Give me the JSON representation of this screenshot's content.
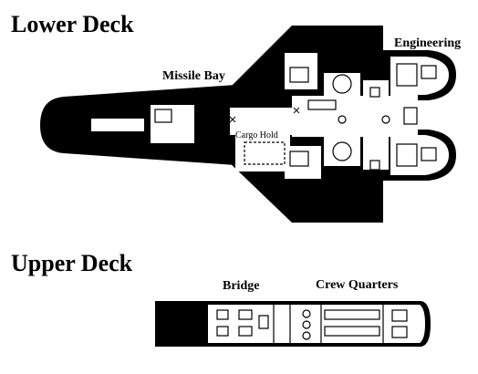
{
  "titles": {
    "lower": "Lower Deck",
    "upper": "Upper Deck"
  },
  "labels": {
    "engineering": "Engineering",
    "missile_bay": "Missile Bay",
    "cargo_hold": "Cargo Hold",
    "bridge": "Bridge",
    "crew_quarters": "Crew Quarters"
  },
  "colors": {
    "hull": "#000000",
    "floor": "#ffffff",
    "detail": "#000000"
  }
}
